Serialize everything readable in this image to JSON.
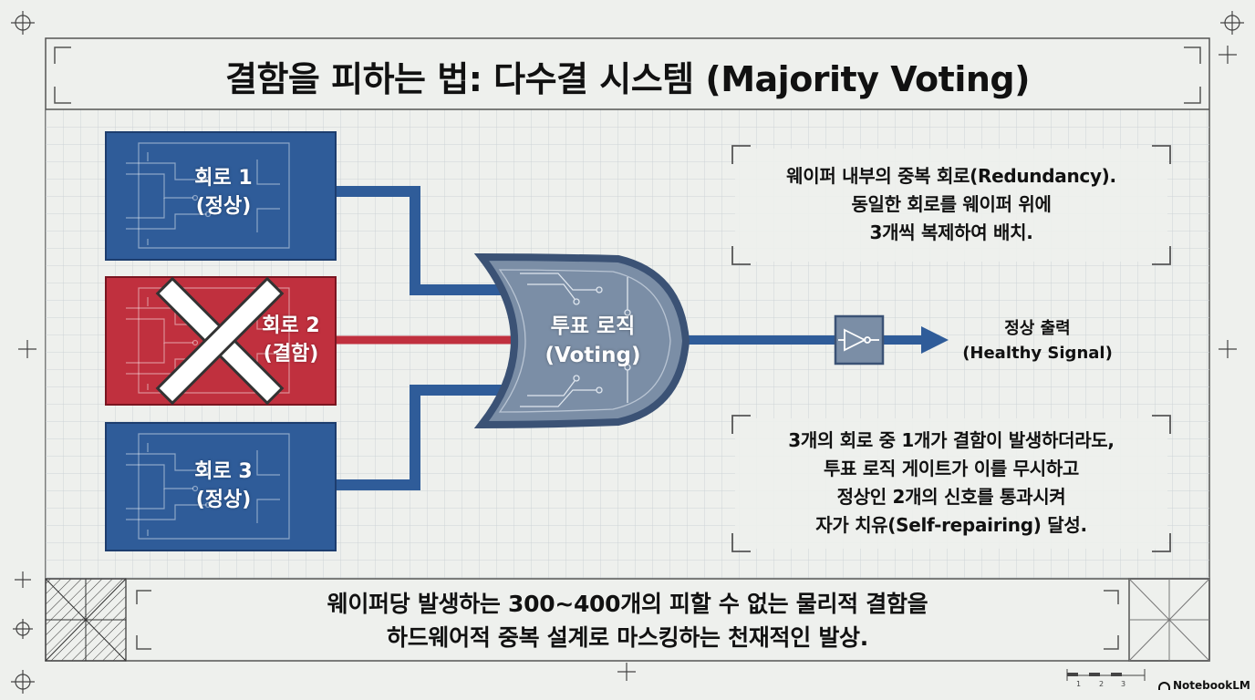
{
  "title": "결함을 피하는 법: 다수결 시스템 (Majority Voting)",
  "colors": {
    "background": "#eef0ed",
    "grid": "#c9cfd2",
    "circuit_ok": "#2f5c99",
    "circuit_fault": "#c0303e",
    "gate": "#7b8ea6",
    "gate_border": "#3b5275",
    "wire": "#2f5c99",
    "fault_wire": "#c0303e"
  },
  "circuits": [
    {
      "id": "circuit-1",
      "name": "회로 1",
      "status": "(정상)",
      "state": "ok"
    },
    {
      "id": "circuit-2",
      "name": "회로 2",
      "status": "(결함)",
      "state": "fault",
      "mark": "x-icon"
    },
    {
      "id": "circuit-3",
      "name": "회로 3",
      "status": "(정상)",
      "state": "ok"
    }
  ],
  "gate": {
    "name": "투표 로직",
    "subtitle": "(Voting)",
    "icon": "or-gate-icon"
  },
  "output": {
    "label": "정상 출력",
    "sublabel": "(Healthy Signal)",
    "icon": "buffer-gate-icon"
  },
  "note_top": {
    "lines": [
      "웨이퍼 내부의 중복 회로(Redundancy).",
      "동일한 회로를 웨이퍼 위에",
      "3개씩 복제하여 배치."
    ]
  },
  "note_bottom": {
    "lines": [
      "3개의 회로 중 1개가 결함이 발생하더라도,",
      "투표 로직 게이트가 이를 무시하고",
      "정상인 2개의 신호를 통과시켜",
      "자가 치유(Self-repairing) 달성."
    ]
  },
  "footer": {
    "lines": [
      "웨이퍼당 발생하는 300~400개의 피할 수 없는 물리적 결함을",
      "하드웨어적 중복 설계로 마스킹하는 천재적인 발상."
    ]
  },
  "scale_ticks": [
    "1",
    "2",
    "3"
  ],
  "brand": {
    "name": "NotebookLM",
    "icon": "notebooklm-logo-icon"
  }
}
